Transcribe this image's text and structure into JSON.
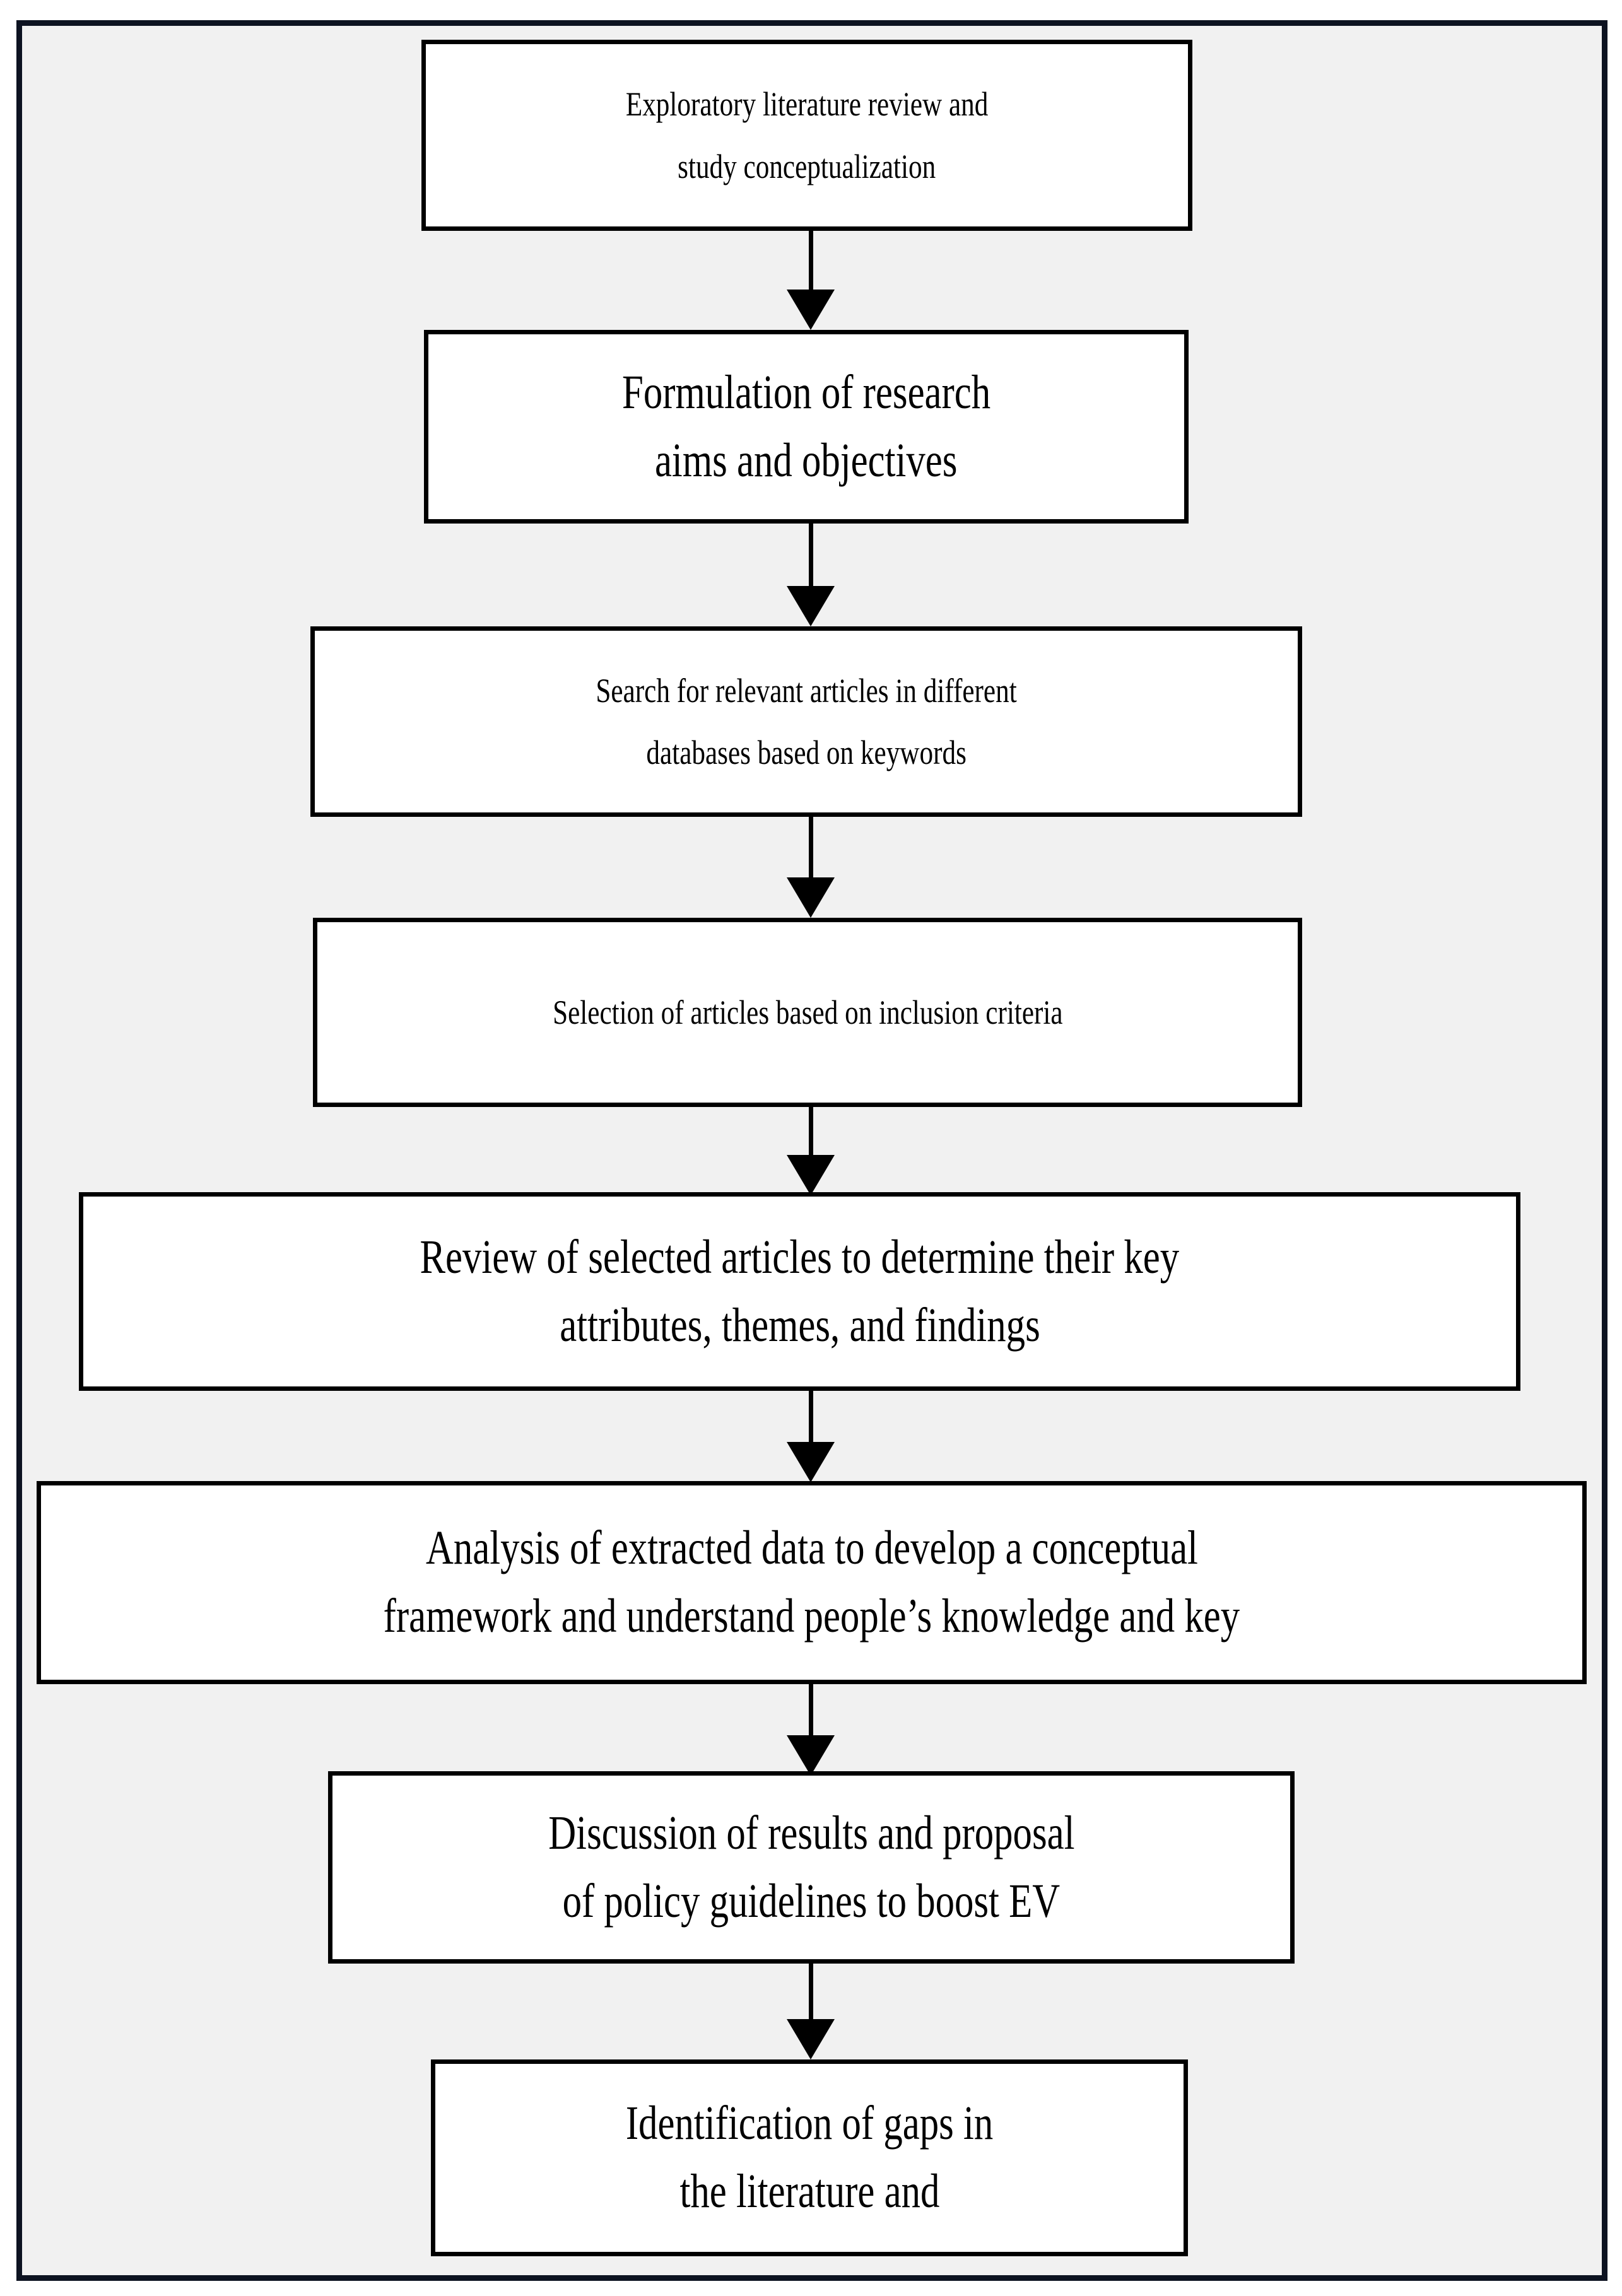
{
  "diagram": {
    "title": "Research methodology flowchart",
    "background_color": "#f1f1f1",
    "frame_color": "#0d1321",
    "box_fill": "#ffffff",
    "box_border_color": "#000000",
    "arrow_color": "#000000"
  },
  "nodes": [
    {
      "id": "node-1",
      "step": 1,
      "lines": [
        "Exploratory literature review and",
        "study conceptualization"
      ],
      "line1": "Exploratory literature review and",
      "line2": "study conceptualization",
      "text_size": "small"
    },
    {
      "id": "node-2",
      "step": 2,
      "lines": [
        "Formulation of research",
        "aims and objectives"
      ],
      "line1": "Formulation of research",
      "line2": "aims and objectives",
      "text_size": "large"
    },
    {
      "id": "node-3",
      "step": 3,
      "lines": [
        "Search for relevant articles in different",
        "databases based on keywords"
      ],
      "line1": "Search for relevant articles in different",
      "line2": "databases based on keywords",
      "text_size": "small"
    },
    {
      "id": "node-4",
      "step": 4,
      "lines": [
        "Selection of articles based on inclusion criteria"
      ],
      "line1": "Selection of articles based on inclusion criteria",
      "line2": "",
      "text_size": "small"
    },
    {
      "id": "node-5",
      "step": 5,
      "lines": [
        "Review of selected articles to determine their key",
        "attributes, themes, and findings"
      ],
      "line1": "Review of selected articles to determine their key",
      "line2": "attributes, themes, and findings",
      "text_size": "large"
    },
    {
      "id": "node-6",
      "step": 6,
      "lines": [
        "Analysis of extracted data to develop a conceptual",
        "framework and understand people’s knowledge and key"
      ],
      "line1": "Analysis of extracted data to develop a conceptual",
      "line2": "framework and understand people’s knowledge and key",
      "text_size": "large"
    },
    {
      "id": "node-7",
      "step": 7,
      "lines": [
        "Discussion of results and proposal",
        "of policy guidelines to boost EV"
      ],
      "line1": "Discussion of results and proposal",
      "line2": "of policy guidelines to boost EV",
      "text_size": "large"
    },
    {
      "id": "node-8",
      "step": 8,
      "lines": [
        "Identification of gaps in",
        "the literature and"
      ],
      "line1": "Identification of gaps in",
      "line2": "the literature and",
      "text_size": "large"
    }
  ],
  "connectors": [
    {
      "id": "arrow-1-2",
      "from": "node-1",
      "to": "node-2"
    },
    {
      "id": "arrow-2-3",
      "from": "node-2",
      "to": "node-3"
    },
    {
      "id": "arrow-3-4",
      "from": "node-3",
      "to": "node-4"
    },
    {
      "id": "arrow-4-5",
      "from": "node-4",
      "to": "node-5"
    },
    {
      "id": "arrow-5-6",
      "from": "node-5",
      "to": "node-6"
    },
    {
      "id": "arrow-6-7",
      "from": "node-6",
      "to": "node-7"
    },
    {
      "id": "arrow-7-8",
      "from": "node-7",
      "to": "node-8"
    }
  ]
}
